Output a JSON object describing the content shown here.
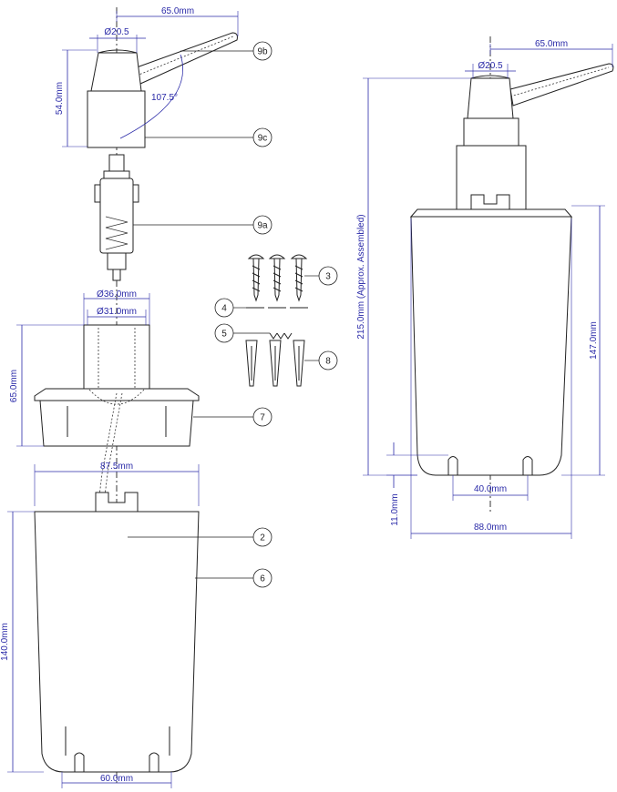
{
  "exploded_view": {
    "dimensions": {
      "spout_length": "65.0mm",
      "cap_diameter": "Ø20.5",
      "pump_height": "54.0mm",
      "spout_angle": "107.5°",
      "flange_outer_diameter": "Ø36.0mm",
      "flange_inner_diameter": "Ø31.0mm",
      "collar_height": "65.0mm",
      "collar_width": "87.5mm",
      "bottle_height": "140.0mm",
      "bottle_base_width": "60.0mm"
    },
    "callouts": [
      "9b",
      "9c",
      "9a",
      "3",
      "4",
      "5",
      "8",
      "7",
      "2",
      "6"
    ]
  },
  "assembled_view": {
    "dimensions": {
      "cap_diameter": "Ø20.5",
      "spout_length": "65.0mm",
      "overall_height": "215.0mm (Approx. Assembled)",
      "bottle_height": "147.0mm",
      "slot_spacing": "40.0mm",
      "slot_height": "11.0mm",
      "bottle_width": "88.0mm"
    }
  }
}
